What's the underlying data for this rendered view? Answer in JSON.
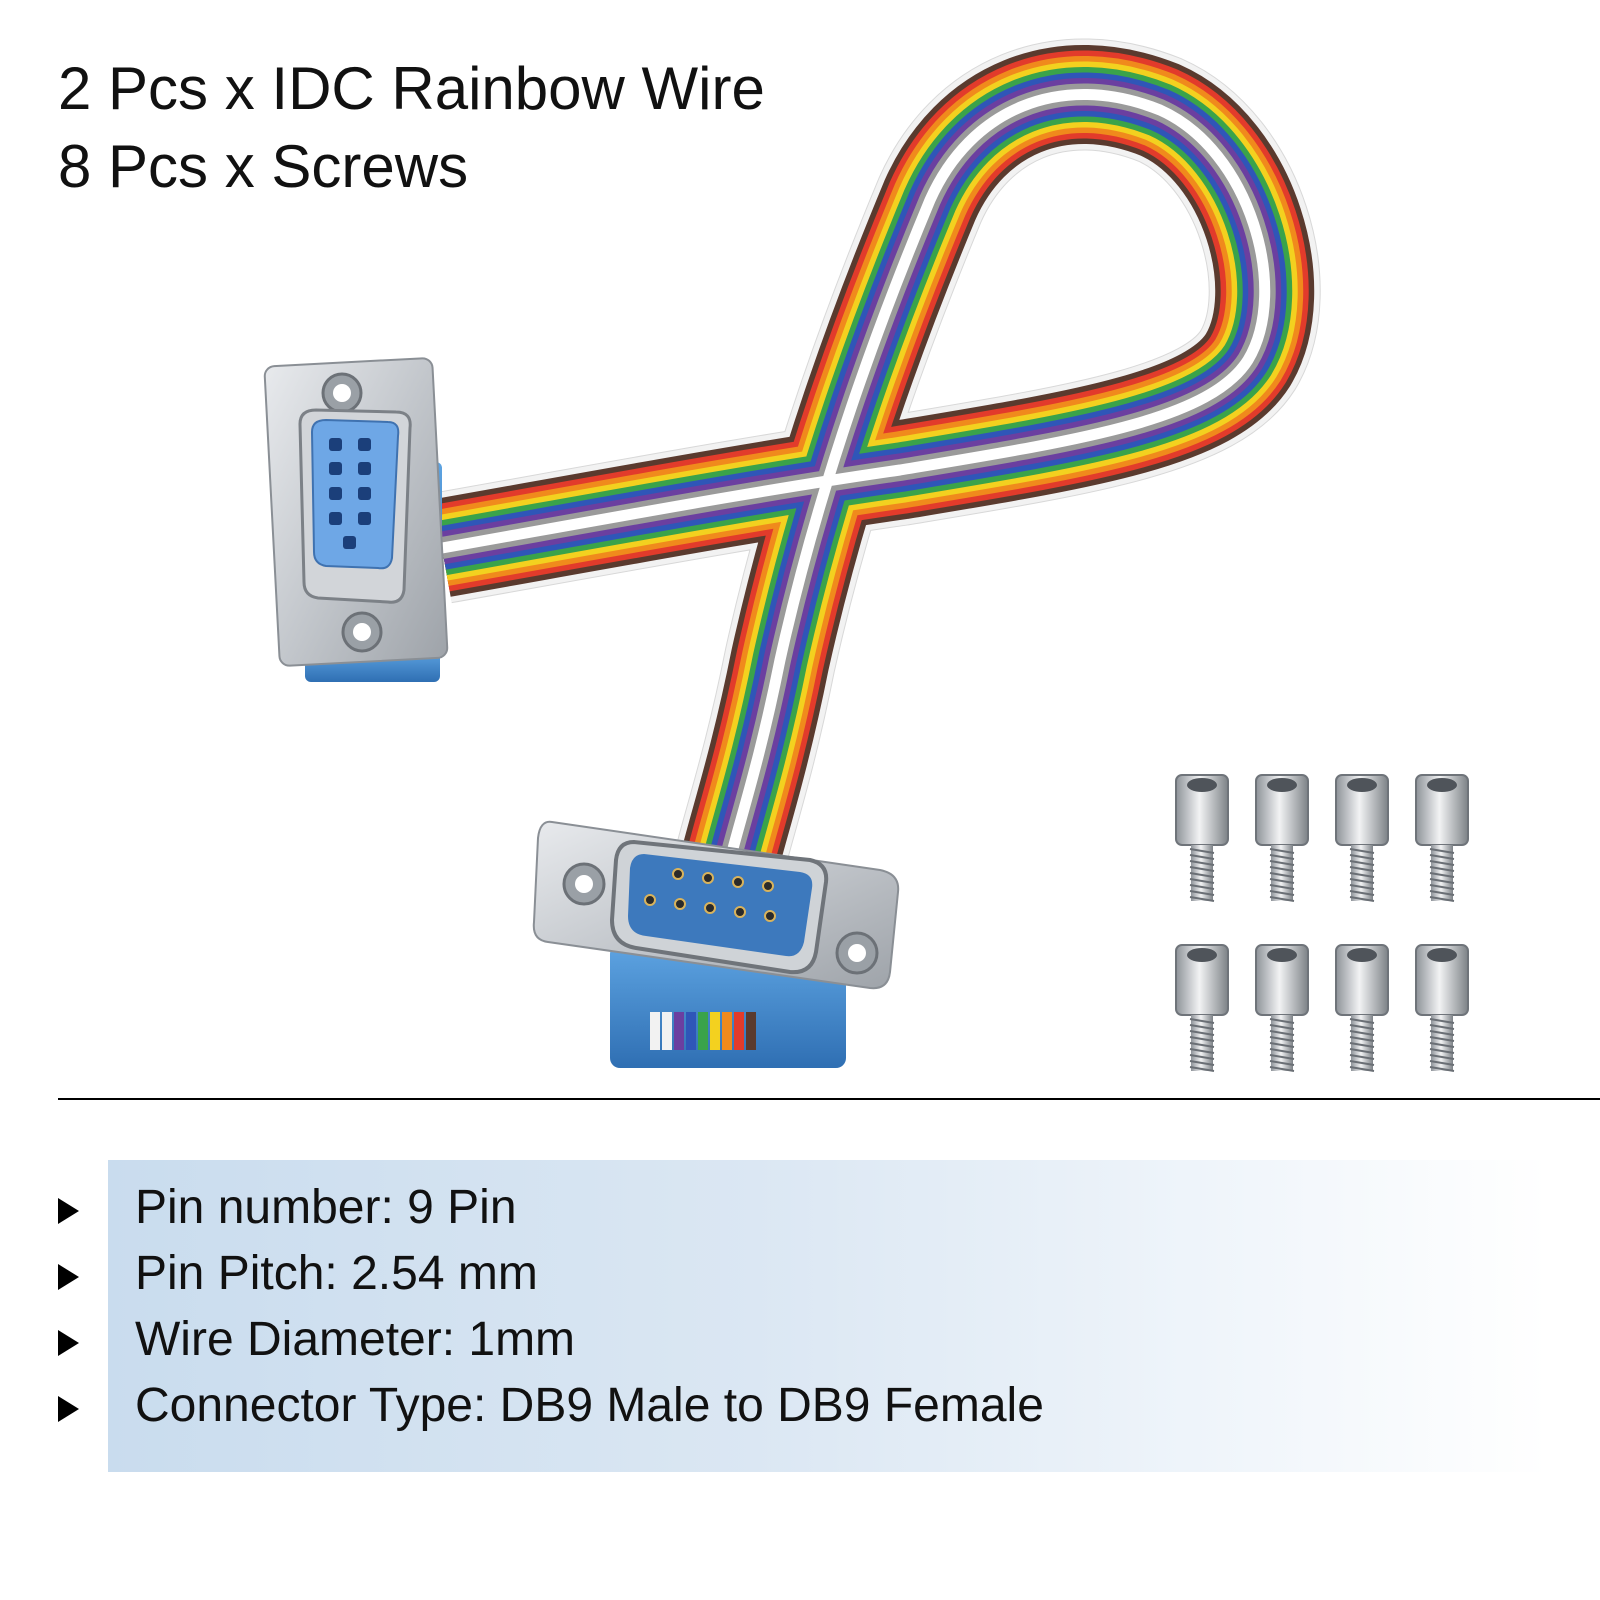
{
  "title": {
    "line1": "2 Pcs x IDC Rainbow Wire",
    "line2": "8 Pcs x Screws"
  },
  "specs": [
    {
      "text": "Pin number: 9 Pin"
    },
    {
      "text": "Pin Pitch: 2.54 mm"
    },
    {
      "text": "Wire Diameter: 1mm"
    },
    {
      "text": "Connector Type: DB9 Male to DB9 Female"
    }
  ],
  "product": {
    "cable_wire_colors": [
      "#f2f2f2",
      "#5a3a2e",
      "#e23b2b",
      "#f08a1c",
      "#f3d11f",
      "#3aa34a",
      "#2f56b8",
      "#6b3fa0",
      "#9a9a9a",
      "#ffffff"
    ],
    "connector_blue": "#3b82c8",
    "metal_color": "#c9ccd1",
    "screw_count": 8
  }
}
